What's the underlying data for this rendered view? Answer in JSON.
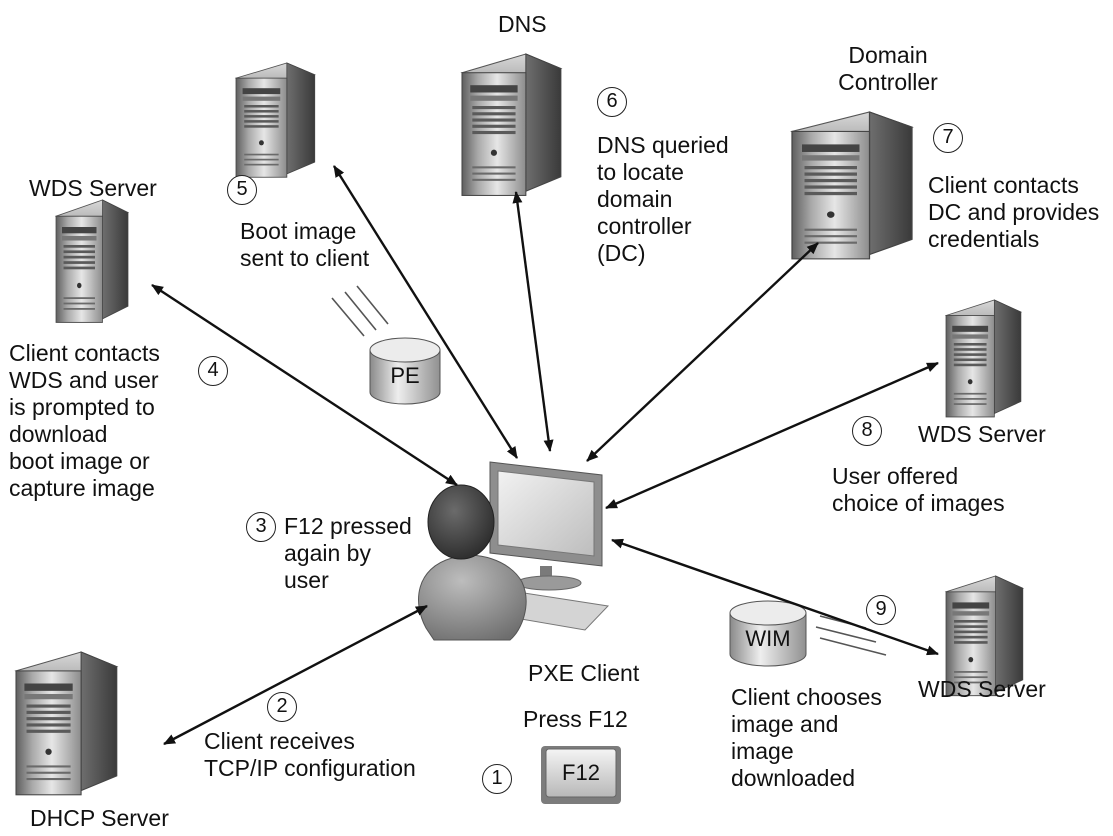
{
  "nodes": {
    "dns": {
      "label": "DNS"
    },
    "domain_controller": {
      "label_lines": [
        "Domain",
        "Controller"
      ]
    },
    "wds_server_left": {
      "label": "WDS Server"
    },
    "wds_server_right": {
      "label": "WDS Server"
    },
    "wds_server_bottom": {
      "label": "WDS Server"
    },
    "dhcp_server": {
      "label": "DHCP Server"
    },
    "pxe_client": {
      "label": "PXE Client"
    },
    "pe_disk": {
      "label": "PE"
    },
    "wim_disk": {
      "label": "WIM"
    },
    "f12_key": {
      "label": "F12"
    }
  },
  "steps": [
    {
      "number": "1",
      "lines": [
        "Press F12"
      ]
    },
    {
      "number": "2",
      "lines": [
        "Client receives",
        "TCP/IP configuration"
      ]
    },
    {
      "number": "3",
      "lines": [
        "F12 pressed",
        "again by",
        "user"
      ]
    },
    {
      "number": "4",
      "lines": [
        "Client contacts",
        "WDS and user",
        "is prompted to",
        "download",
        "boot image or",
        "capture image"
      ]
    },
    {
      "number": "5",
      "lines": [
        "Boot image",
        "sent to client"
      ]
    },
    {
      "number": "6",
      "lines": [
        "DNS queried",
        "to locate",
        "domain",
        "controller",
        "(DC)"
      ]
    },
    {
      "number": "7",
      "lines": [
        "Client contacts",
        "DC and provides",
        "credentials"
      ]
    },
    {
      "number": "8",
      "lines": [
        "User offered",
        "choice of images"
      ]
    },
    {
      "number": "9",
      "lines": [
        "Client chooses",
        "image and",
        "image",
        "downloaded"
      ]
    }
  ]
}
